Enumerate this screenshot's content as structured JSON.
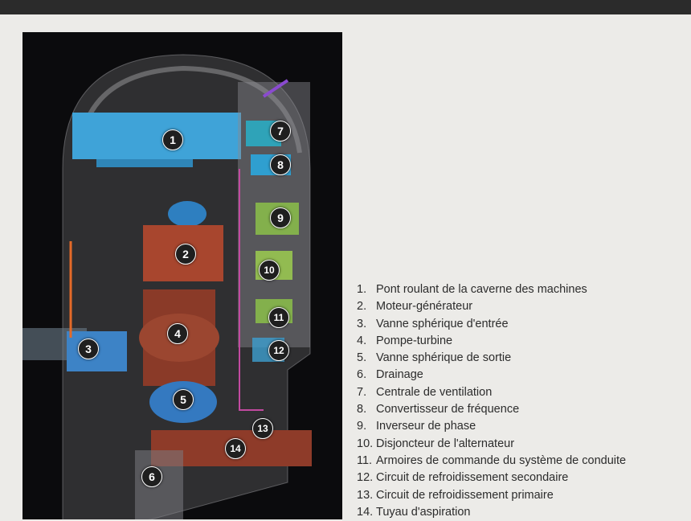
{
  "diagram": {
    "markers": [
      "1",
      "2",
      "3",
      "4",
      "5",
      "6",
      "7",
      "8",
      "9",
      "10",
      "11",
      "12",
      "13",
      "14"
    ]
  },
  "legend": [
    {
      "num": "1.",
      "text": "Pont roulant de la caverne des machines"
    },
    {
      "num": "2.",
      "text": "Moteur-générateur"
    },
    {
      "num": "3.",
      "text": "Vanne sphérique d'entrée"
    },
    {
      "num": "4.",
      "text": "Pompe-turbine"
    },
    {
      "num": "5.",
      "text": "Vanne sphérique de sortie"
    },
    {
      "num": "6.",
      "text": "Drainage"
    },
    {
      "num": "7.",
      "text": "Centrale de ventilation"
    },
    {
      "num": "8.",
      "text": "Convertisseur de fréquence"
    },
    {
      "num": "9.",
      "text": "Inverseur de phase"
    },
    {
      "num": "10.",
      "text": "Disjoncteur de l'alternateur"
    },
    {
      "num": "11.",
      "text": "Armoires de commande du système de conduite"
    },
    {
      "num": "12.",
      "text": "Circuit de refroidissement secondaire"
    },
    {
      "num": "13.",
      "text": "Circuit de refroidissement primaire"
    },
    {
      "num": "14.",
      "text": "Tuyau d'aspiration"
    }
  ]
}
